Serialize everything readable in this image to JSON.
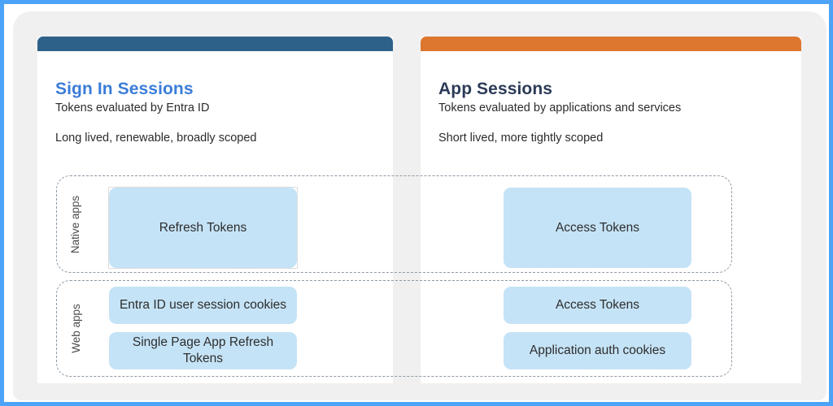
{
  "colors": {
    "outer_border": "#4da3f7",
    "backdrop": "#f0f0f0",
    "left_bar": "#2e6189",
    "right_bar": "#dd7730",
    "left_title": "#3b7dd8",
    "right_title": "#2c3a57",
    "token_box": "#c5e3f6",
    "dashed_border": "#8e9aa6"
  },
  "cards": {
    "left": {
      "title": "Sign In Sessions",
      "subtitle": "Tokens evaluated by Entra ID",
      "description": "Long lived, renewable, broadly scoped"
    },
    "right": {
      "title": "App Sessions",
      "subtitle": "Tokens evaluated by applications and services",
      "description": "Short lived, more tightly scoped"
    }
  },
  "rows": [
    {
      "label": "Native apps",
      "left_boxes": [
        {
          "text": "Refresh Tokens",
          "selected": true
        }
      ],
      "right_boxes": [
        {
          "text": "Access Tokens",
          "selected": false
        }
      ]
    },
    {
      "label": "Web apps",
      "left_boxes": [
        {
          "text": "Entra ID user session cookies",
          "selected": false
        },
        {
          "text": "Single Page App Refresh Tokens",
          "selected": false
        }
      ],
      "right_boxes": [
        {
          "text": "Access Tokens",
          "selected": false
        },
        {
          "text": "Application auth cookies",
          "selected": false
        }
      ]
    }
  ]
}
